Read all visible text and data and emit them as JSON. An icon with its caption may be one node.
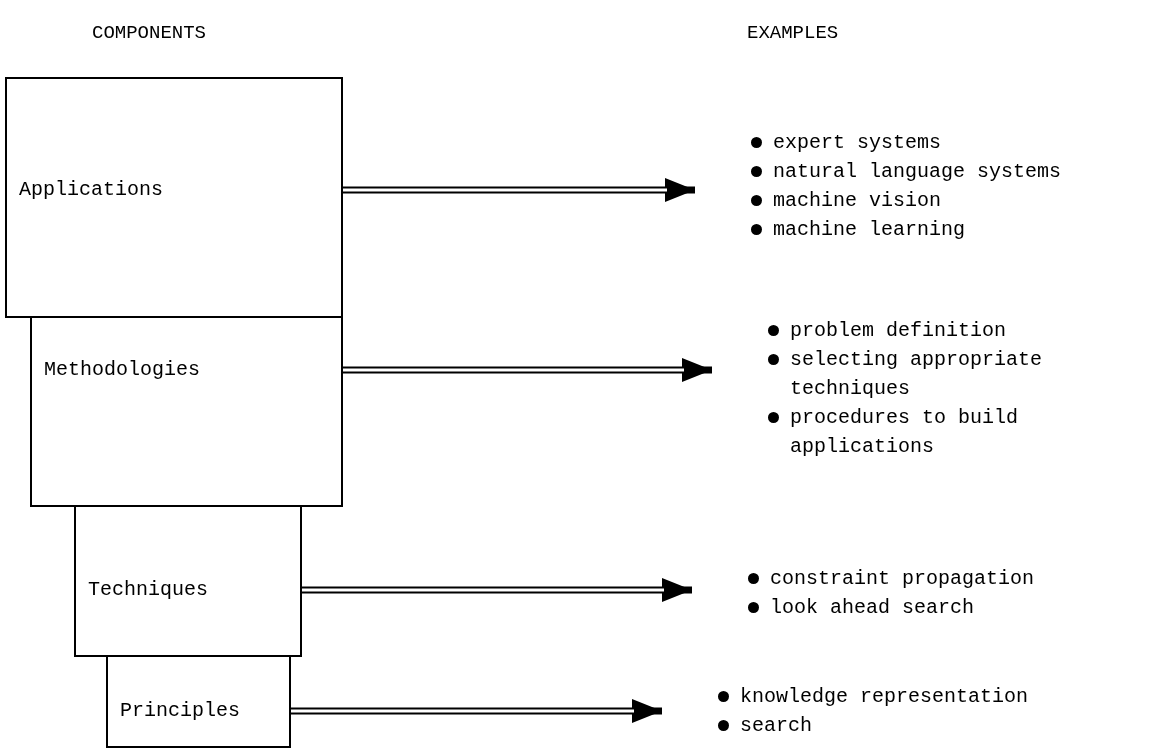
{
  "diagram": {
    "nodes": [
      {
        "text": [
          "Applications"
        ]
      },
      {
        "text": [
          "Methodologies"
        ]
      },
      {
        "text": [
          "Techniques"
        ]
      },
      {
        "text": [
          "Principles"
        ]
      },
      {
        "text": [
          "expert systems",
          "natural language systems",
          "machine vision",
          "machine learning"
        ]
      },
      {
        "text": [
          "problem definition",
          "selecting appropriate techniques",
          "procedures to build applications"
        ]
      },
      {
        "text": [
          "constraint propagation",
          "look ahead search"
        ]
      },
      {
        "text": [
          "knowledge representation",
          "search"
        ]
      }
    ],
    "edges": [
      {
        "from": 0,
        "to": 4,
        "arrow": "to"
      },
      {
        "from": 1,
        "to": 5,
        "arrow": "to"
      },
      {
        "from": 2,
        "to": 6,
        "arrow": "to"
      },
      {
        "from": 3,
        "to": 7,
        "arrow": "to"
      }
    ],
    "labels": [
      "COMPONENTS",
      "EXAMPLES"
    ]
  }
}
